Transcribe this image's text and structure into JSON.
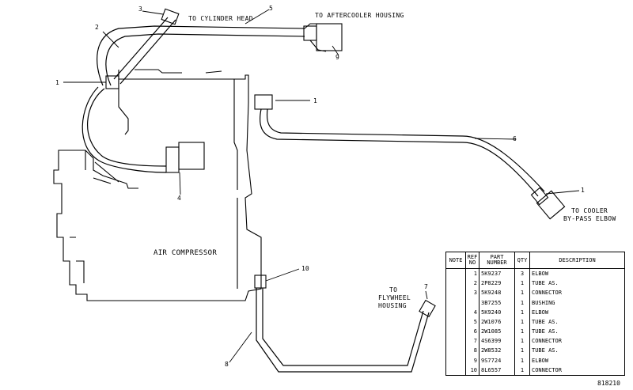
{
  "labels": {
    "to_cylinder_head": "TO CYLINDER HEAD",
    "to_aftercooler_housing": "TO AFTERCOOLER HOUSING",
    "to_cooler_line1": "TO COOLER",
    "to_cooler_line2": "BY-PASS ELBOW",
    "air_compressor": "AIR COMPRESSOR",
    "to_flywheel_line1": "TO",
    "to_flywheel_line2": "FLYWHEEL",
    "to_flywheel_line3": "HOUSING"
  },
  "callouts": {
    "c1a": "1",
    "c1b": "1",
    "c1c": "1",
    "c2": "2",
    "c3": "3",
    "c4": "4",
    "c5": "5",
    "c6": "6",
    "c7": "7",
    "c8": "8",
    "c9": "9",
    "c10": "10"
  },
  "table": {
    "headers": {
      "note": "NOTE",
      "ref_no": "REF NO",
      "part_number": "PART NUMBER",
      "qty": "QTY",
      "description": "DESCRIPTION"
    },
    "rows": [
      {
        "ref": "1",
        "part": "5K9237",
        "qty": "3",
        "desc": "ELBOW"
      },
      {
        "ref": "2",
        "part": "2P8229",
        "qty": "1",
        "desc": "TUBE AS."
      },
      {
        "ref": "3",
        "part": "5K9248",
        "qty": "1",
        "desc": "CONNECTOR"
      },
      {
        "ref": "",
        "part": "3B7255",
        "qty": "1",
        "desc": "BUSHING"
      },
      {
        "ref": "4",
        "part": "5K9240",
        "qty": "1",
        "desc": "ELBOW"
      },
      {
        "ref": "5",
        "part": "2W1076",
        "qty": "1",
        "desc": "TUBE AS."
      },
      {
        "ref": "6",
        "part": "2W1085",
        "qty": "1",
        "desc": "TUBE AS."
      },
      {
        "ref": "7",
        "part": "4S6399",
        "qty": "1",
        "desc": "CONNECTOR"
      },
      {
        "ref": "8",
        "part": "2W8532",
        "qty": "1",
        "desc": "TUBE AS."
      },
      {
        "ref": "9",
        "part": "9S7724",
        "qty": "1",
        "desc": "ELBOW"
      },
      {
        "ref": "10",
        "part": "8L6557",
        "qty": "1",
        "desc": "CONNECTOR"
      }
    ]
  },
  "doc_number": "818210"
}
